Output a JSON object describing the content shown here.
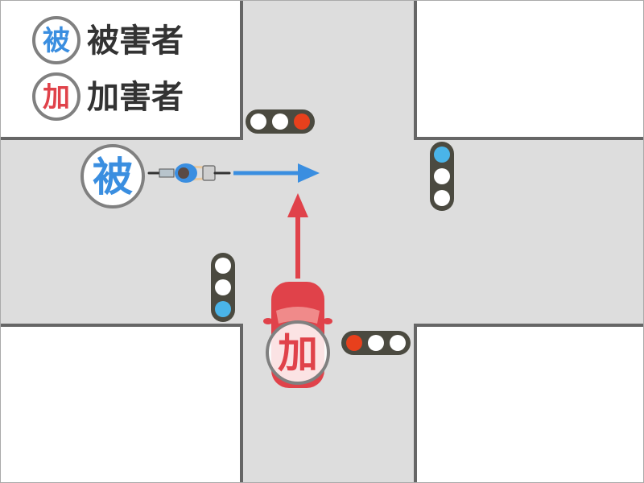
{
  "legend": [
    {
      "symbol": "被",
      "label": "被害者"
    },
    {
      "symbol": "加",
      "label": "加害者"
    }
  ],
  "victim": {
    "symbol": "被",
    "icon": "bicycle-icon"
  },
  "perpetrator": {
    "symbol": "加",
    "icon": "car-icon"
  },
  "signals": [
    {
      "lamps": [
        "off",
        "off",
        "red"
      ]
    },
    {
      "lamps": [
        "blue",
        "off",
        "off"
      ]
    },
    {
      "lamps": [
        "off",
        "off",
        "blue"
      ]
    },
    {
      "lamps": [
        "red",
        "off",
        "off"
      ]
    }
  ],
  "colors": {
    "victim": "#3a8ee0",
    "perpetrator": "#e0424a",
    "road": "#dddddd",
    "curb": "#666666",
    "signal_body": "#4b4a40",
    "lamp_off": "#ffffff",
    "lamp_blue": "#4ab4e8",
    "lamp_red": "#e8401c",
    "marker_border": "#808080"
  }
}
